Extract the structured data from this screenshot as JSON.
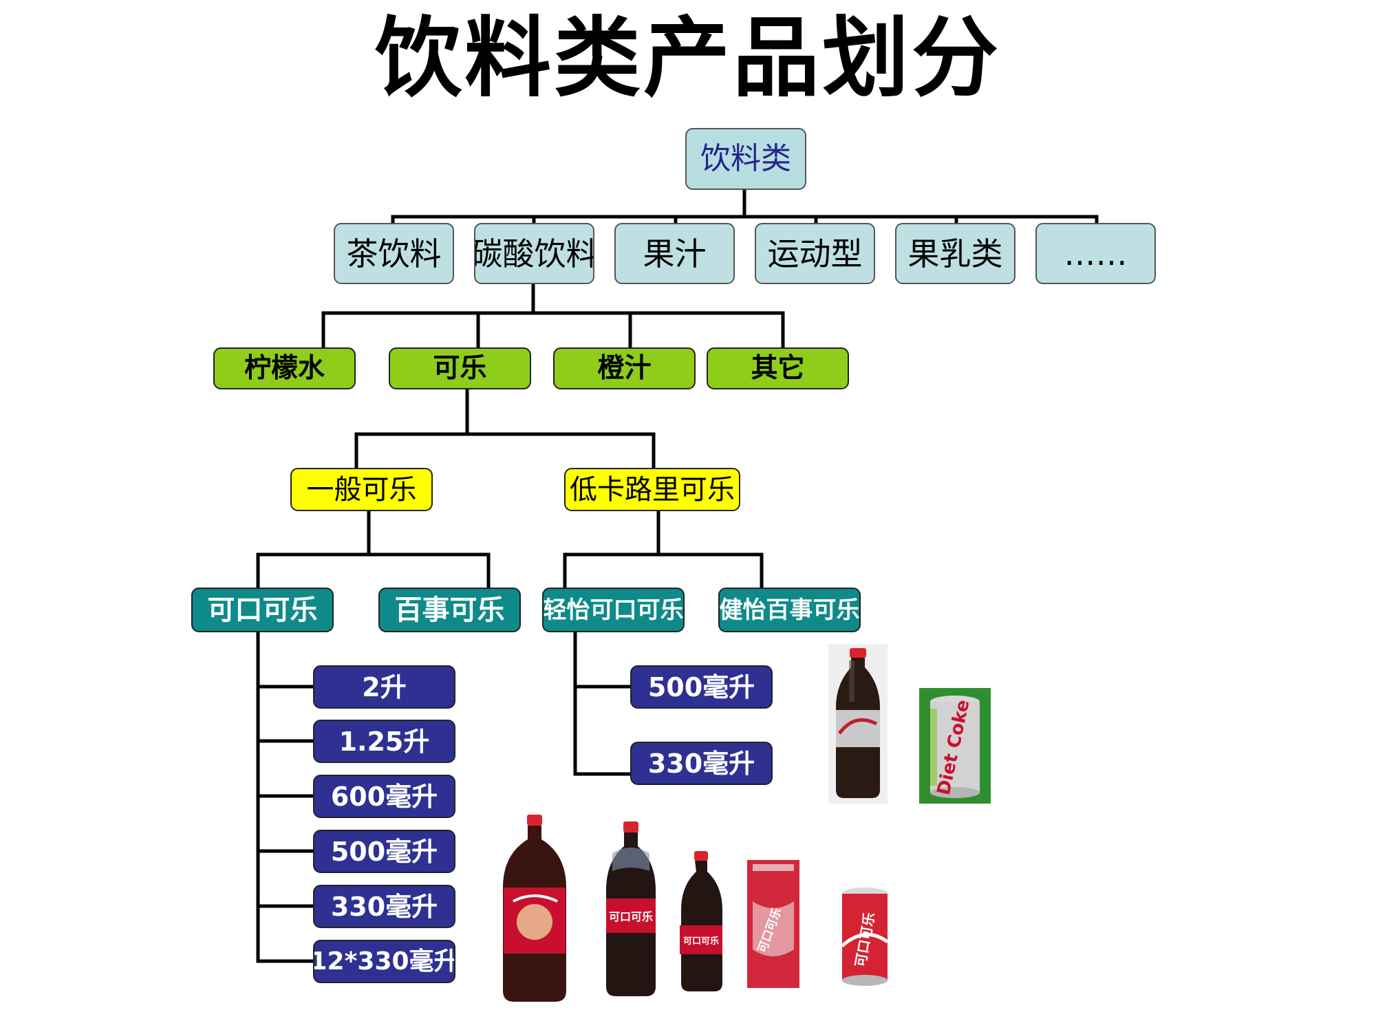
{
  "title": "饮料类产品划分",
  "tree": {
    "root": "饮料类",
    "categories": [
      "茶饮料",
      "碳酸饮料",
      "果汁",
      "运动型",
      "果乳类",
      "……"
    ],
    "carbonated_types": [
      "柠檬水",
      "可乐",
      "橙汁",
      "其它"
    ],
    "cola_types": [
      "一般可乐",
      "低卡路里可乐"
    ],
    "regular_brands": [
      "可口可乐",
      "百事可乐"
    ],
    "diet_brands": [
      "轻怡可口可乐",
      "健怡百事可乐"
    ],
    "coke_sizes": [
      "2升",
      "1.25升",
      "600毫升",
      "500毫升",
      "330毫升",
      "12*330毫升"
    ],
    "diet_coke_sizes": [
      "500毫升",
      "330毫升"
    ]
  },
  "colors": {
    "root_fill": "#b7dde0",
    "root_text": "#24248c",
    "category_fill": "#bfe0e3",
    "type_fill": "#8fcd1a",
    "cola_fill": "#ffff00",
    "brand_fill": "#0e8a8a",
    "size_fill": "#2e3192"
  },
  "photos": [
    {
      "name": "diet-coke-bottle-photo"
    },
    {
      "name": "diet-coke-lime-can-photo",
      "text": "Diet Coke"
    },
    {
      "name": "coke-2l-bottle-photo"
    },
    {
      "name": "coke-1-25l-bottle-photo",
      "text": "可口可乐"
    },
    {
      "name": "coke-600ml-bottle-photo",
      "text": "可口可乐"
    },
    {
      "name": "coke-slim-can-photo",
      "text": "可口可乐"
    },
    {
      "name": "coke-330ml-can-photo",
      "text": "可口可乐"
    }
  ]
}
